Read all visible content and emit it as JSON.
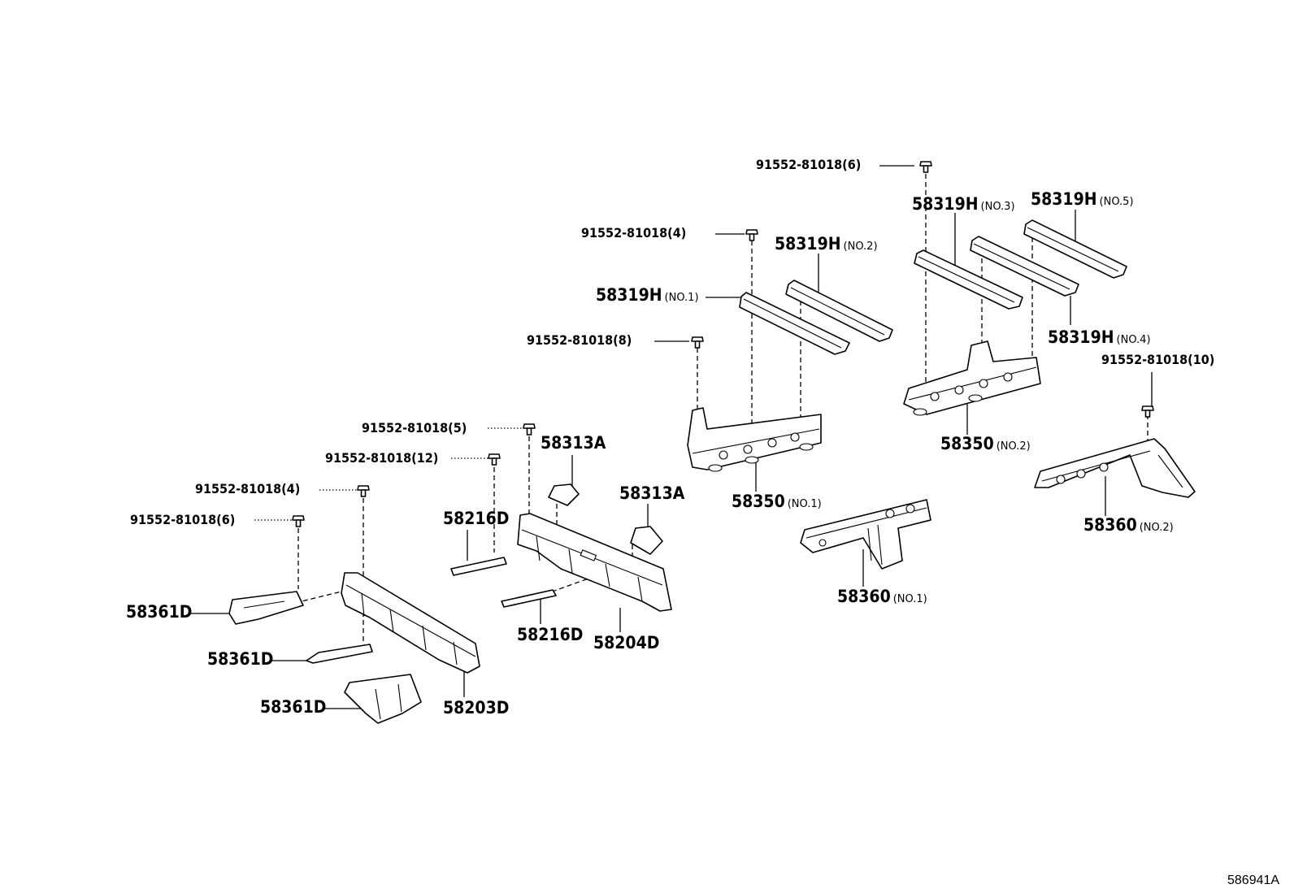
{
  "labels": {
    "bolt_6_top": "91552-81018(6)",
    "bolt_4_mid": "91552-81018(4)",
    "bolt_8": "91552-81018(8)",
    "bolt_5": "91552-81018(5)",
    "bolt_12": "91552-81018(12)",
    "bolt_4_left": "91552-81018(4)",
    "bolt_6_left": "91552-81018(6)",
    "bolt_10": "91552-81018(10)",
    "p58319H_no1": "58319H",
    "p58319H_no2": "58319H",
    "p58319H_no3": "58319H",
    "p58319H_no4": "58319H",
    "p58319H_no5": "58319H",
    "p58350_no1": "58350",
    "p58350_no2": "58350",
    "p58360_no1": "58360",
    "p58360_no2": "58360",
    "p58313A_a": "58313A",
    "p58313A_b": "58313A",
    "p58216D_a": "58216D",
    "p58216D_b": "58216D",
    "p58204D": "58204D",
    "p58203D": "58203D",
    "p58361D_a": "58361D",
    "p58361D_b": "58361D",
    "p58361D_c": "58361D"
  },
  "qualifiers": {
    "no1": "(NO.1)",
    "no2": "(NO.2)",
    "no3": "(NO.3)",
    "no4": "(NO.4)",
    "no5": "(NO.5)"
  },
  "drawing_code": "586941A"
}
